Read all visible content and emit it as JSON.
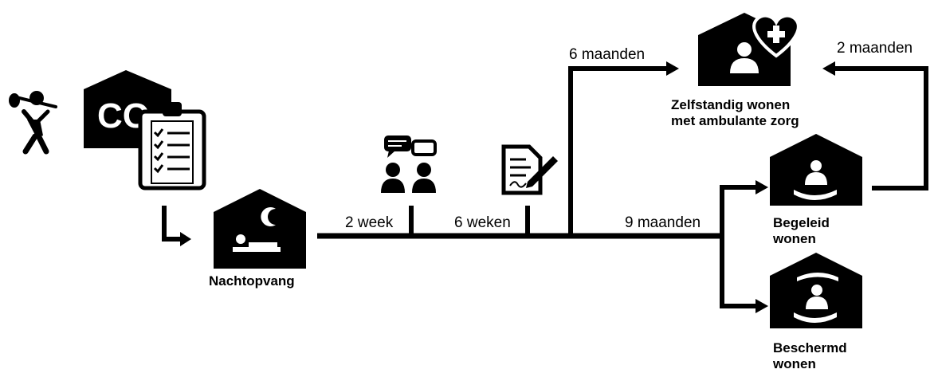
{
  "flow": {
    "start_logo_text": "CO",
    "segments": {
      "night_to_talk": "2 week",
      "talk_to_contract": "6 weken",
      "to_independent": "6 maanden",
      "to_split": "9 maanden",
      "supported_to_independent": "2 maanden"
    },
    "nodes": {
      "night_shelter": {
        "label": "Nachtopvang"
      },
      "independent": {
        "label_line1": "Zelfstandig wonen",
        "label_line2": "met ambulante zorg"
      },
      "supported": {
        "label_line1": "Begeleid",
        "label_line2": "wonen"
      },
      "sheltered": {
        "label_line1": "Beschermd",
        "label_line2": "wonen"
      }
    }
  },
  "colors": {
    "ink": "#000000",
    "paper": "#ffffff"
  },
  "icons": [
    "walking-person-icon",
    "co-house-icon",
    "checklist-icon",
    "night-shelter-house-icon",
    "conversation-icon",
    "signed-document-icon",
    "independent-living-house-icon",
    "supported-living-house-icon",
    "sheltered-living-house-icon"
  ]
}
